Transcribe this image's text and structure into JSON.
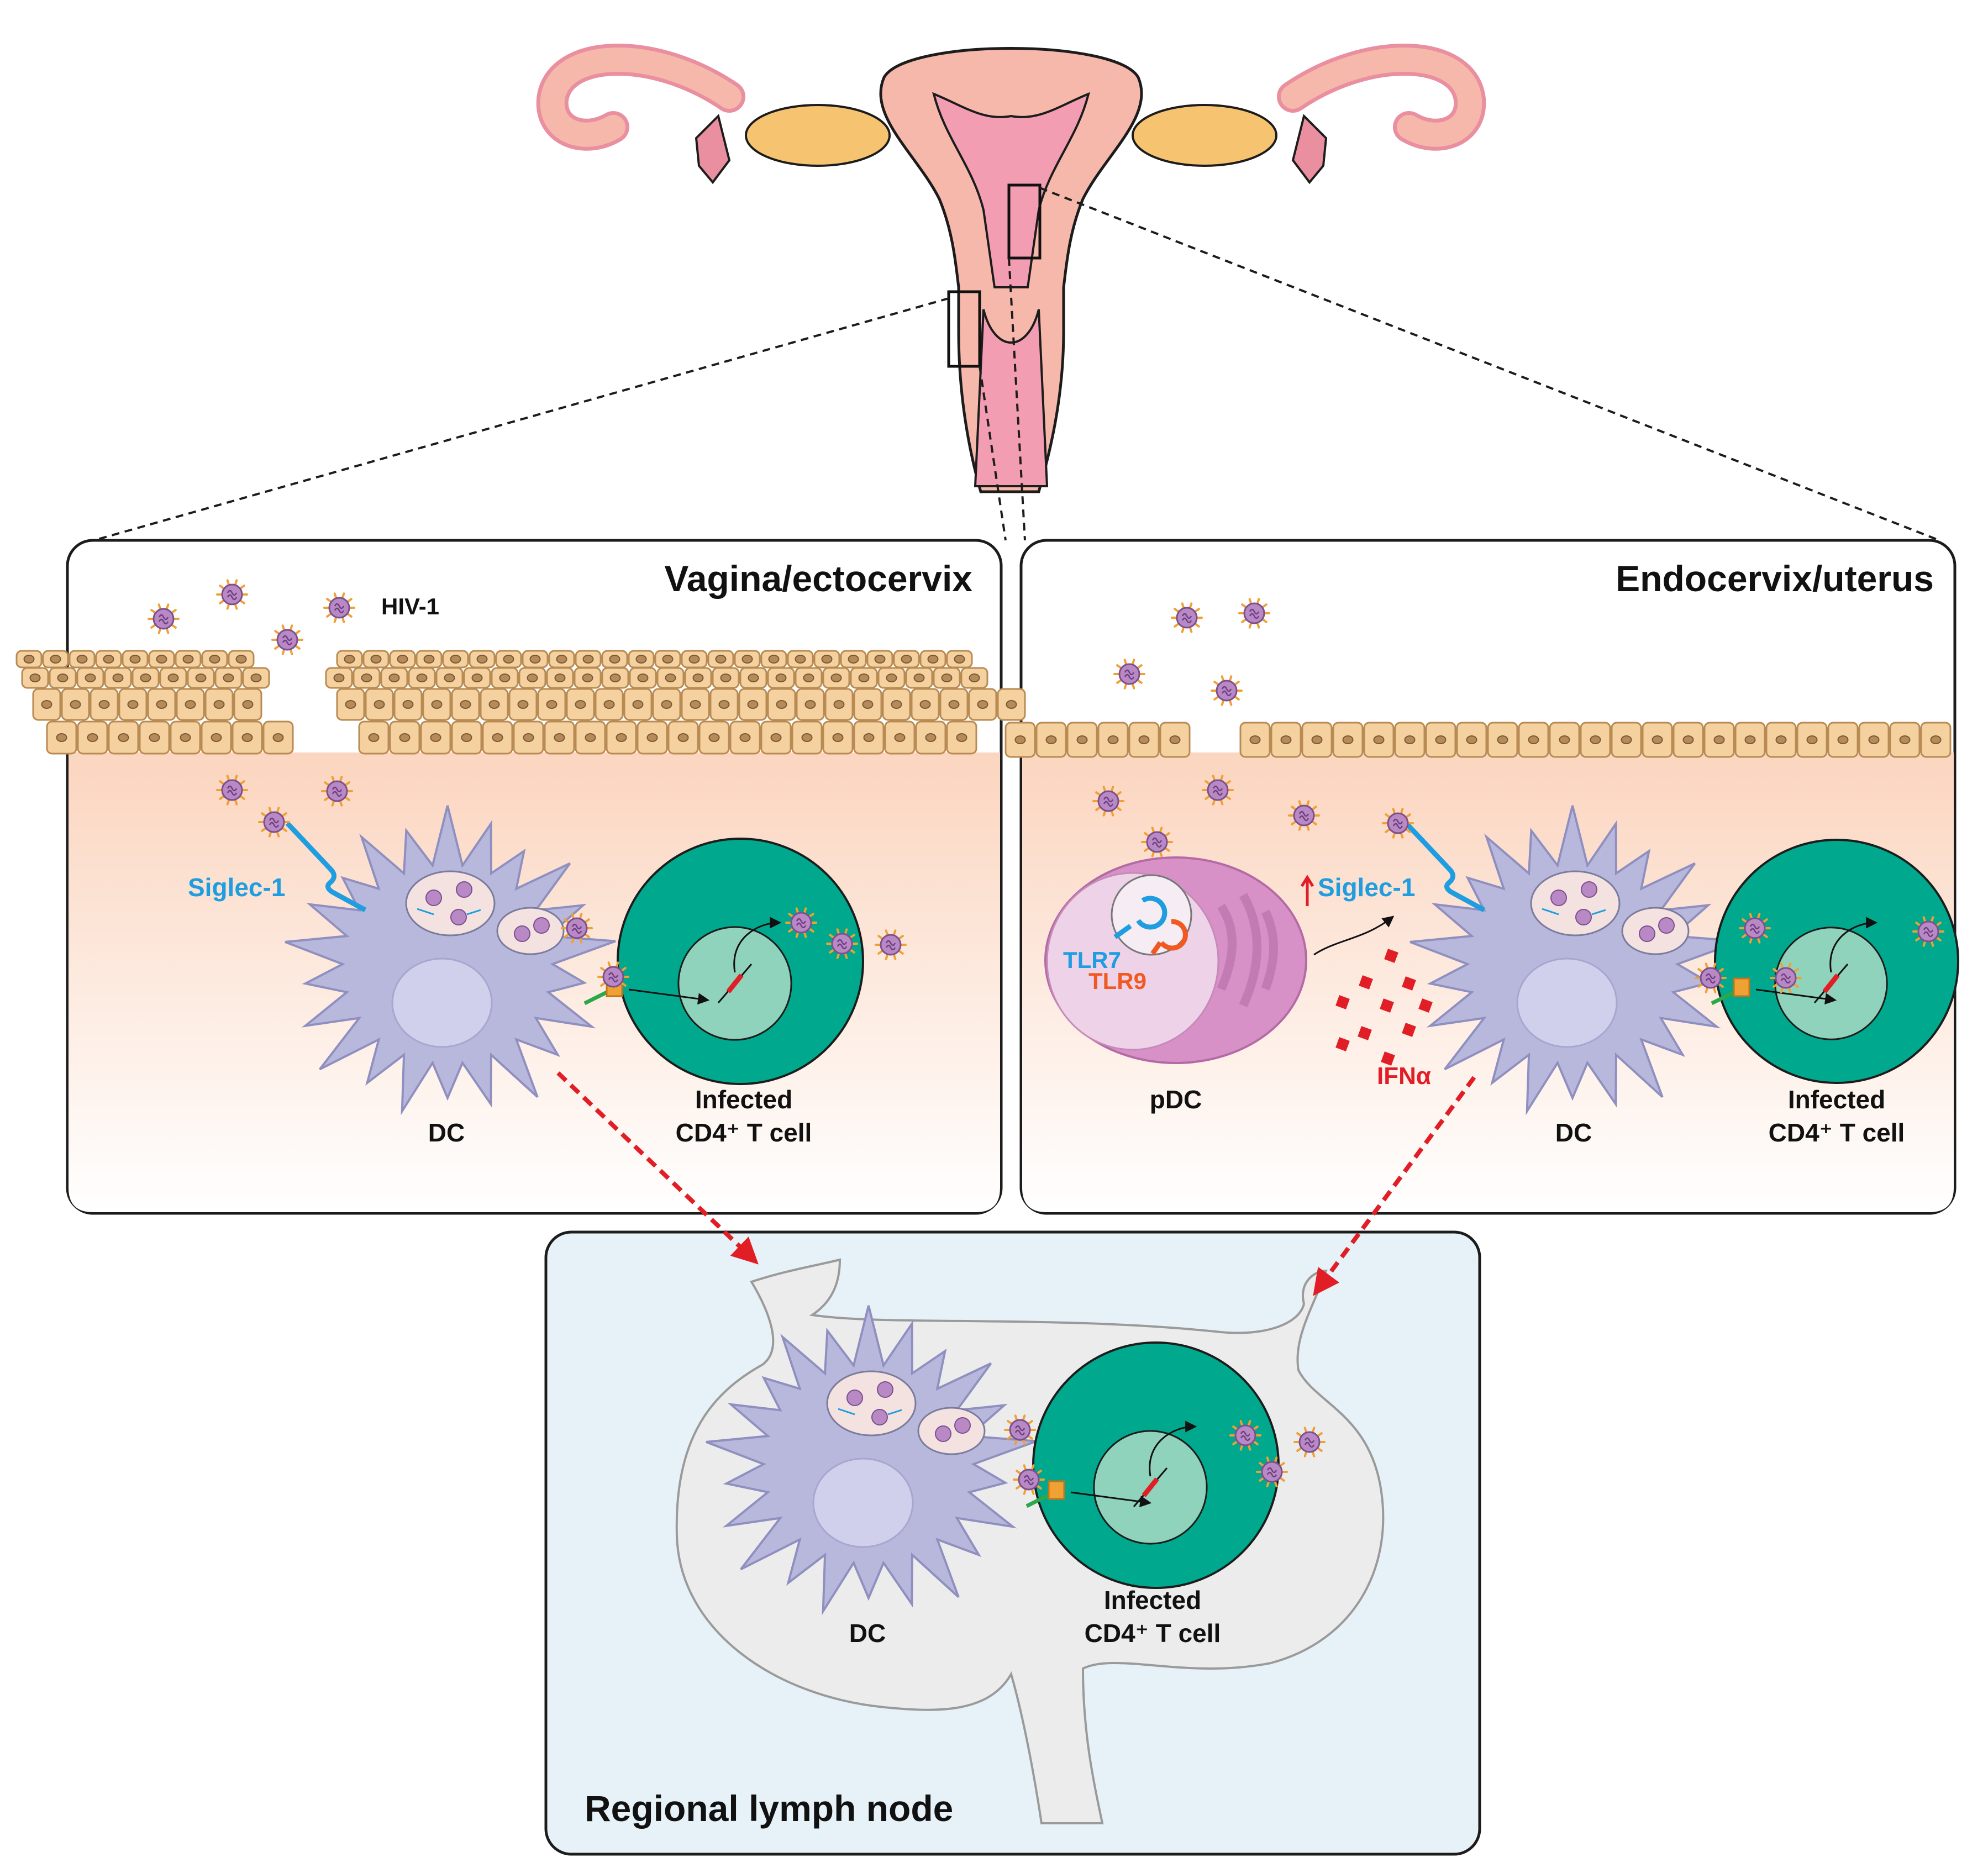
{
  "panels": {
    "vagina": {
      "title": "Vagina/ectocervix"
    },
    "endocervix": {
      "title": "Endocervix/uterus"
    },
    "lymph": {
      "title": "Regional lymph node"
    }
  },
  "labels": {
    "hiv": "HIV-1",
    "siglec": "Siglec-1",
    "siglec_up": "Siglec-1",
    "tlr7": "TLR7",
    "tlr9": "TLR9",
    "ifn": "IFNα",
    "pdc": "pDC",
    "dc": "DC",
    "infected_line1": "Infected",
    "infected_line2": "CD4⁺ T cell"
  },
  "colors": {
    "uterus": "#f6b8aa",
    "uterus_inner": "#f39db2",
    "ovary": "#f6c471",
    "epithelium": "#f5d19f",
    "tissue_top": "#fbd9c5",
    "dc": "#b8b8dd",
    "tcell": "#00a98e",
    "pdc": "#d791c6",
    "virus": "#b889c5",
    "virus_spike": "#f0a133",
    "siglec": "#1e9de0",
    "tlr9": "#f05a22",
    "ifn": "#e11d25",
    "arrow_red": "#e11d25",
    "lymph_bg": "#e6f2f8",
    "lymph_node": "#ececec"
  },
  "icons": [
    "uterus-icon",
    "virus-icon",
    "dendritic-cell-icon",
    "t-cell-icon",
    "pdc-icon",
    "lymph-node-icon"
  ]
}
